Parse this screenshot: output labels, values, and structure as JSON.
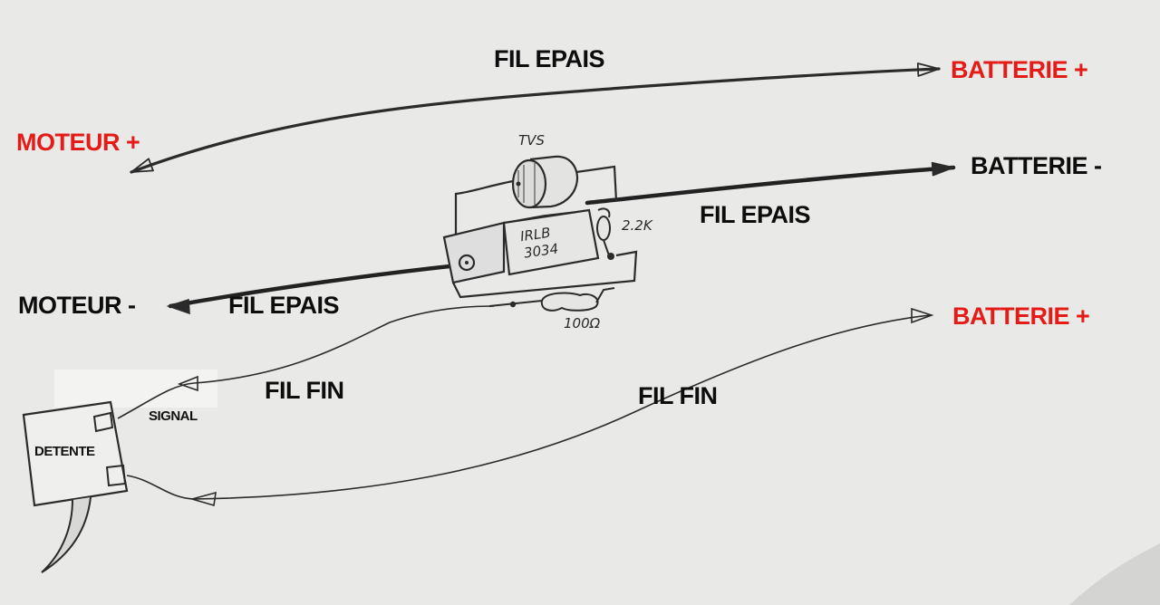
{
  "labels": {
    "moteur_plus": "MOTEUR +",
    "moteur_minus": "MOTEUR -",
    "batterie_plus_top": "BATTERIE +",
    "batterie_minus": "BATTERIE -",
    "batterie_plus_bottom": "BATTERIE +",
    "fil_epais_top": "FIL EPAIS",
    "fil_epais_mid": "FIL EPAIS",
    "fil_epais_left": "FIL EPAIS",
    "fil_fin_left": "FIL FIN",
    "fil_fin_right": "FIL FIN",
    "signal": "SIGNAL",
    "detente": "DETENTE"
  },
  "components": {
    "tvs": "TVS",
    "mosfet_line1": "IRLB",
    "mosfet_line2": "3034",
    "resistor_pulldown": "2.2K",
    "resistor_gate": "100Ω"
  },
  "colors": {
    "red_label": "#e41b17",
    "black_label": "#0d0d0d",
    "pencil": "#2b2b2b",
    "paper": "#e9e9e7"
  }
}
